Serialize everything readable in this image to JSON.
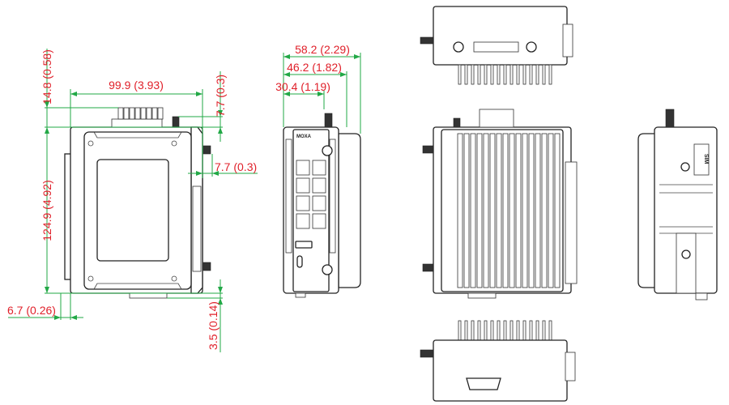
{
  "drawing": {
    "logo_text": "MOXA",
    "sim_label": "SIM",
    "dimensions": {
      "width_front": "99.9 (3.93)",
      "terminal_height": "14.8 (0.58)",
      "body_height": "124.9 (4.92)",
      "antenna_top": "7.7 (0.3)",
      "antenna_side": "7.7 (0.3)",
      "din_offset": "6.7 (0.26)",
      "bottom_connector": "3.5 (0.14)",
      "depth_total": "58.2 (2.29)",
      "depth_body": "46.2 (1.82)",
      "depth_antenna": "30.4 (1.19)"
    },
    "colors": {
      "dimension_line": "#22a846",
      "dimension_text": "#e0202a"
    }
  }
}
